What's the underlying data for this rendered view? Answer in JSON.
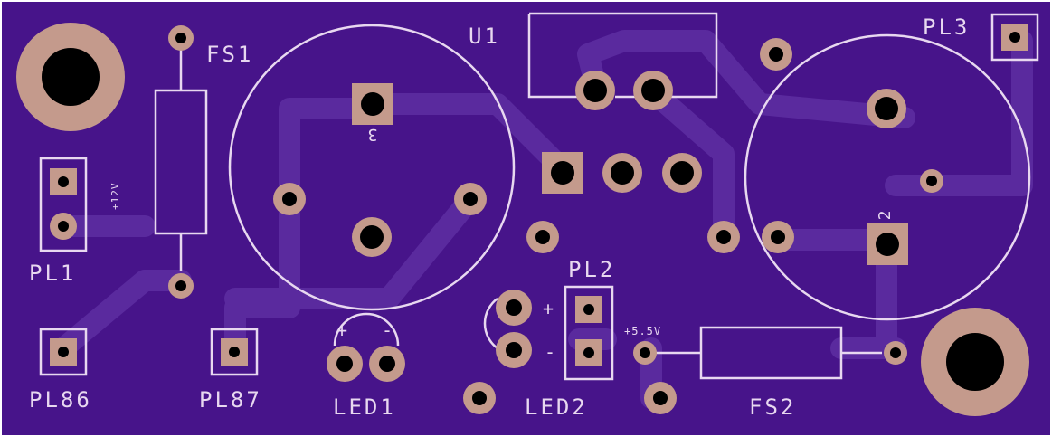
{
  "board": {
    "colors": {
      "substrate": "#47148a",
      "edge": "#ffffff",
      "trace": "#5a2a9e",
      "copper": "#c49a8c",
      "drill": "#000000",
      "silk": "#e8d8f0"
    },
    "labels": {
      "fs1": "FS1",
      "u1": "U1",
      "pl3": "PL3",
      "pl1": "PL1",
      "pl86": "PL86",
      "pl87": "PL87",
      "led1": "LED1",
      "pl2": "PL2",
      "led2": "LED2",
      "fs2": "FS2",
      "v12": "+12V",
      "v55": "+5.5V",
      "pin3": "3",
      "pin2": "2",
      "led1_plus": "+",
      "led1_minus": "-",
      "led2_plus": "+",
      "led2_minus": "-"
    }
  }
}
